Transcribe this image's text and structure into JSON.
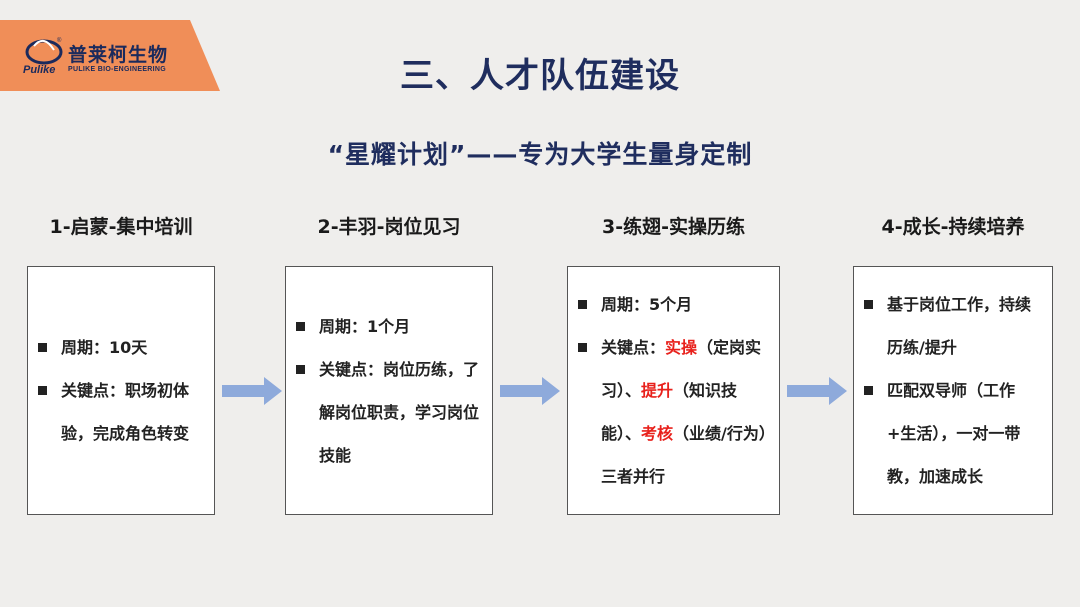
{
  "logo": {
    "cn": "普莱柯生物",
    "en": "PULIKE BIO-ENGINEERING",
    "mark": "Pulike",
    "reg": "®",
    "icon": "pulike-logo-icon",
    "brand_color": "#f08e58"
  },
  "title": "三、人才队伍建设",
  "subtitle": "“星耀计划”——专为大学生量身定制",
  "stages": [
    {
      "title": "1-启蒙-集中培训",
      "items": [
        {
          "text": "周期：10天"
        },
        {
          "text": "关键点：职场初体验，完成角色转变"
        }
      ]
    },
    {
      "title": "2-丰羽-岗位见习",
      "items": [
        {
          "text": "周期：1个月"
        },
        {
          "text": "关键点：岗位历练，了解岗位职责，学习岗位技能"
        }
      ]
    },
    {
      "title": "3-练翅-实操历练",
      "items": [
        {
          "text": "周期：5个月"
        },
        {
          "prefix": "关键点：",
          "h1": "实操",
          "t1": "（定岗实习）、",
          "h2": "提升",
          "t2": "（知识技能）、",
          "h3": "考核",
          "t3": "（业绩/行为）三者并行"
        }
      ]
    },
    {
      "title": "4-成长-持续培养",
      "items": [
        {
          "text": "基于岗位工作，持续历练/提升"
        },
        {
          "text": "匹配双导师（工作+生活），一对一带教，加速成长"
        }
      ]
    }
  ],
  "colors": {
    "title": "#1f2d5e",
    "highlight": "#e8211c",
    "arrow": "#8eaadb"
  }
}
